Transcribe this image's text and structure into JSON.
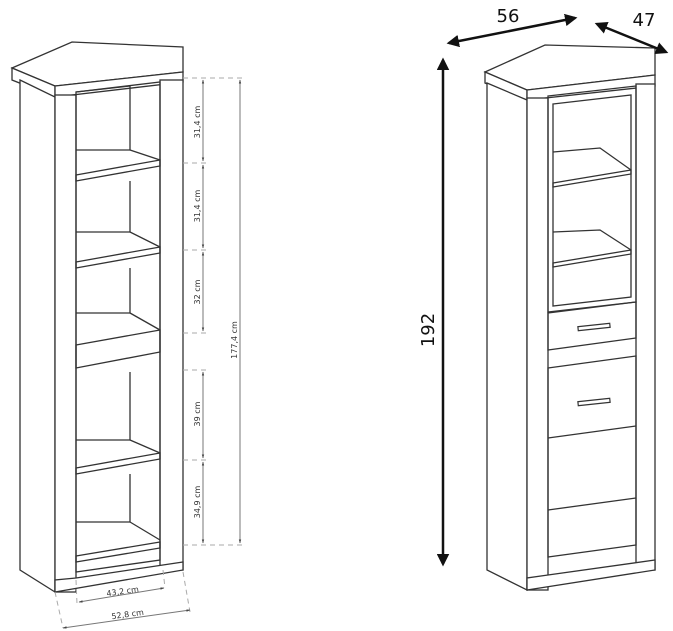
{
  "left_view": {
    "shelf_heights": [
      "31,4 cm",
      "31,4 cm",
      "32 cm",
      "39 cm",
      "34,9 cm"
    ],
    "total_height": "177,4 cm",
    "inner_width": "43,2 cm",
    "outer_width": "52,8 cm"
  },
  "right_view": {
    "width": "56",
    "depth": "47",
    "height": "192"
  }
}
